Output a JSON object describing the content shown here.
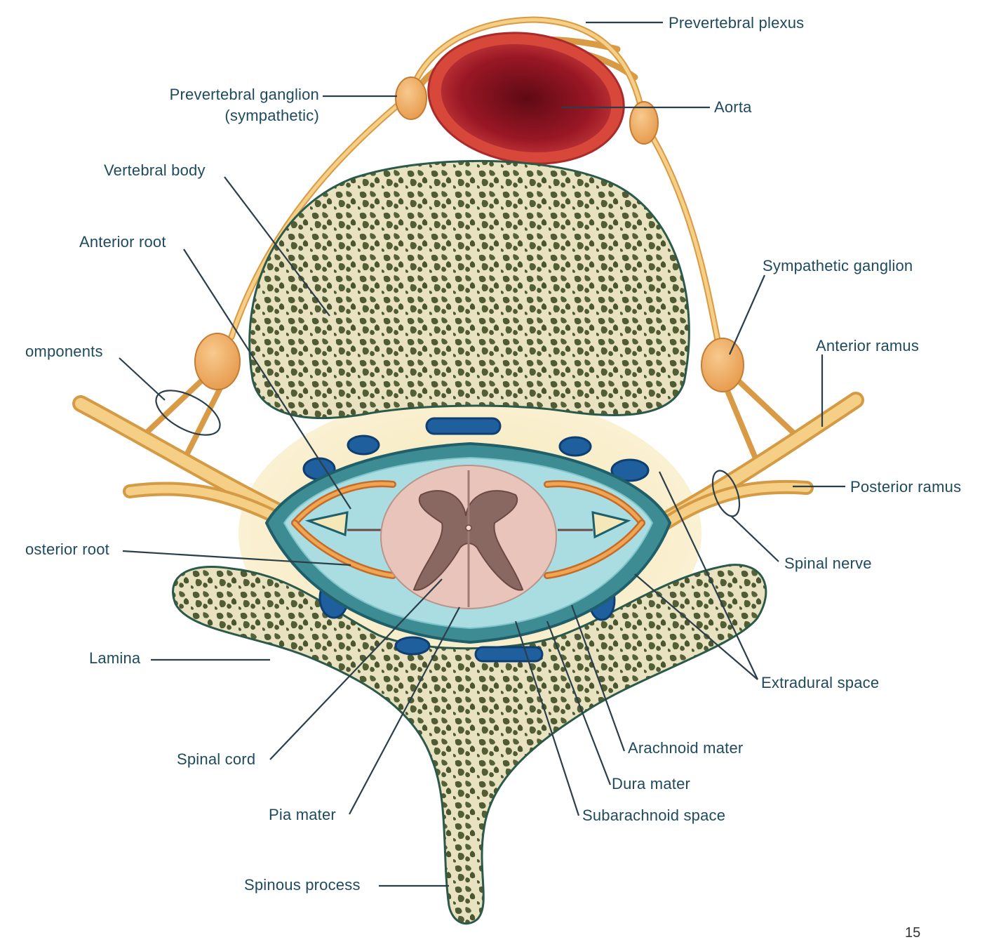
{
  "labels": {
    "prevertebral_plexus": "Prevertebral plexus",
    "prevertebral_ganglion": "Prevertebral ganglion",
    "prevertebral_ganglion_sub": "(sympathetic)",
    "aorta": "Aorta",
    "vertebral_body": "Vertebral body",
    "anterior_root": "Anterior root",
    "sympathetic_ganglion": "Sympathetic ganglion",
    "components": "omponents",
    "anterior_ramus": "Anterior ramus",
    "posterior_ramus": "Posterior ramus",
    "posterior_root": "osterior root",
    "spinal_nerve": "Spinal nerve",
    "lamina": "Lamina",
    "extradural_space": "Extradural space",
    "arachnoid_mater": "Arachnoid mater",
    "spinal_cord": "Spinal cord",
    "dura_mater": "Dura mater",
    "pia_mater": "Pia mater",
    "subarachnoid_space": "Subarachnoid space",
    "spinous_process": "Spinous process"
  },
  "page_number": "15",
  "colors": {
    "label_text": "#1f4a5e",
    "bone_fill": "#e8e2c0",
    "bone_pores": "#4e5b34",
    "nerve": "#e9b85a",
    "aorta_wall": "#d8483a",
    "aorta_lumen": "#8e1220",
    "fat": "#f1d98a",
    "dura": "#2f7f8c",
    "csf": "#a9dde2",
    "cord": "#e9c4bb",
    "grey_matter": "#8a6862",
    "vein": "#1f5f9e"
  }
}
